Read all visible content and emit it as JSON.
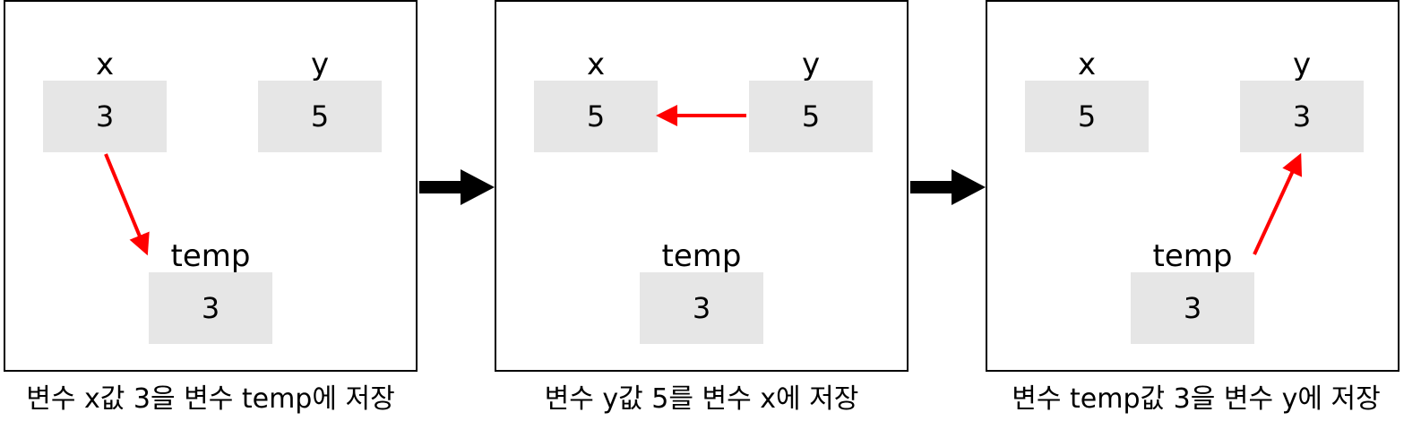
{
  "panels": [
    {
      "x_label": "x",
      "x_value": "3",
      "y_label": "y",
      "y_value": "5",
      "temp_label": "temp",
      "temp_value": "3",
      "caption": "변수 x값 3을 변수 temp에 저장"
    },
    {
      "x_label": "x",
      "x_value": "5",
      "y_label": "y",
      "y_value": "5",
      "temp_label": "temp",
      "temp_value": "3",
      "caption": "변수 y값 5를 변수 x에 저장"
    },
    {
      "x_label": "x",
      "x_value": "5",
      "y_label": "y",
      "y_value": "3",
      "temp_label": "temp",
      "temp_value": "3",
      "caption": "변수 temp값 3을 변수 y에 저장"
    }
  ],
  "colors": {
    "assignment_arrow": "#ff0000",
    "step_arrow": "#000000",
    "variable_box": "#e6e6e6"
  }
}
